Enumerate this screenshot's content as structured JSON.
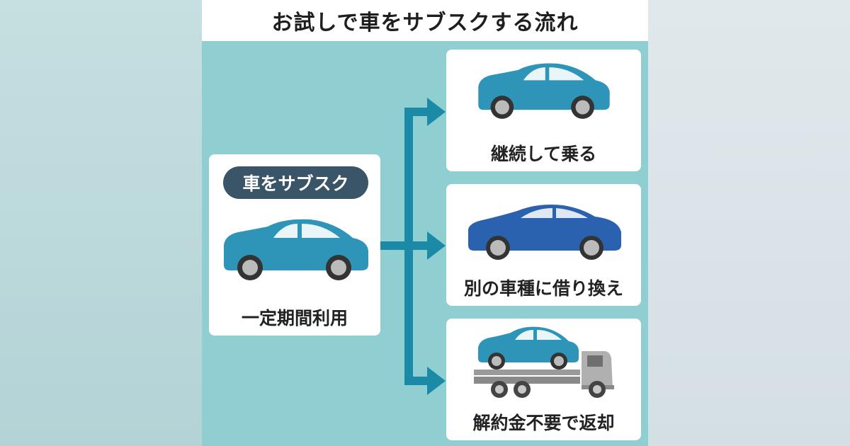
{
  "title": "お試しで車をサブスクする流れ",
  "start": {
    "badge": "車をサブスク",
    "label": "一定期間利用"
  },
  "options": [
    {
      "label": "継続して乗る"
    },
    {
      "label": "別の車種に借り換え"
    },
    {
      "label": "解約金不要で返却"
    }
  ],
  "colors": {
    "panel": "#8fcfd2",
    "arrow": "#1a8aa6",
    "car_teal": "#2e95b8",
    "car_blue": "#2a62b0",
    "badge": "#3a5468"
  }
}
